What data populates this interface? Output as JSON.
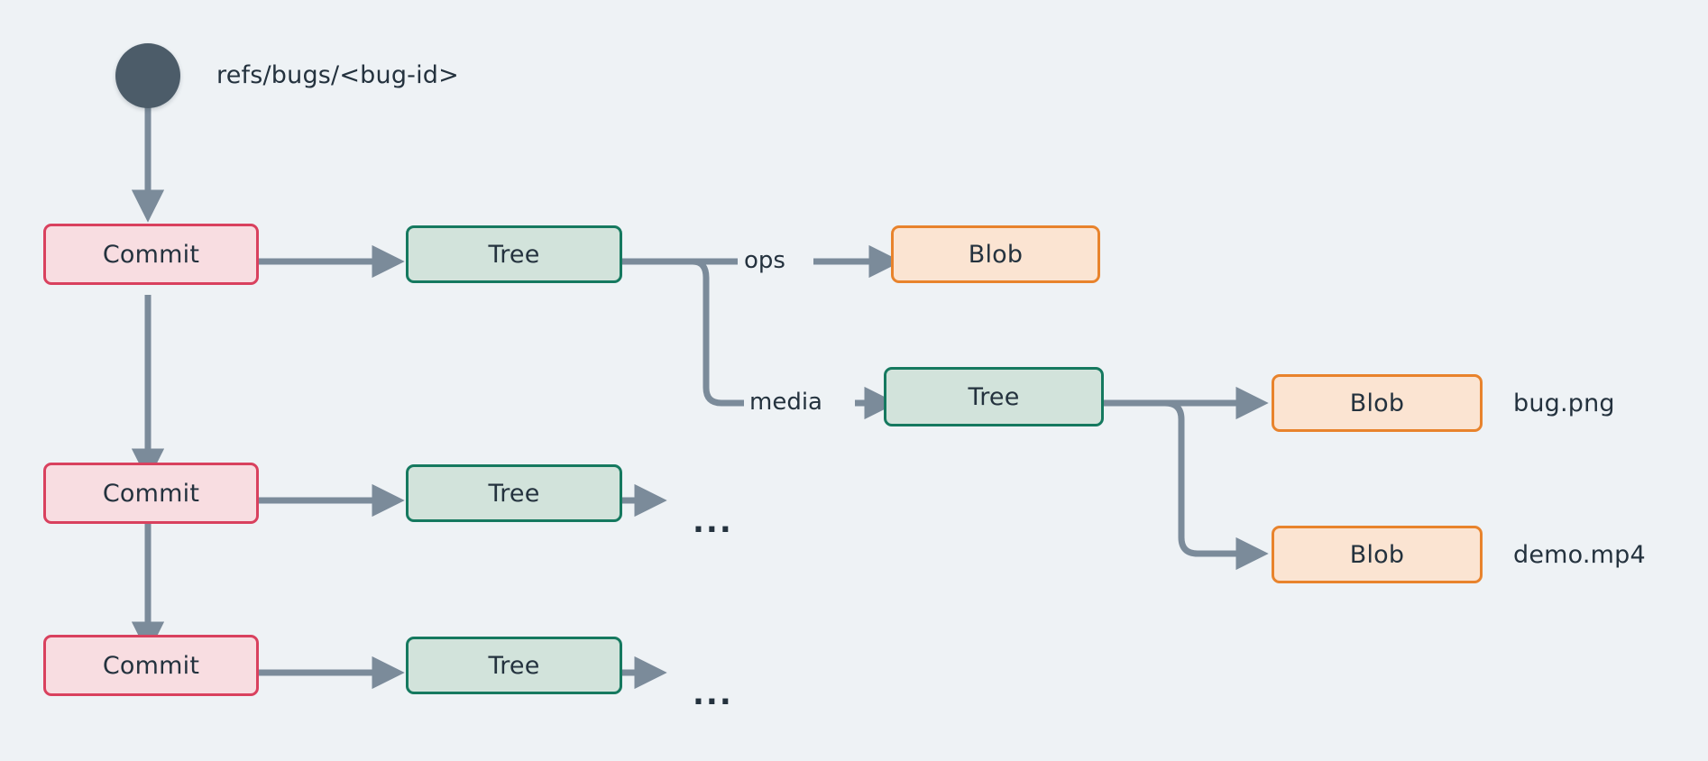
{
  "diagram": {
    "title_ref": "refs/bugs/<bug-id>",
    "background": "#eef2f5",
    "edge_color": "#7b8b9a",
    "colors": {
      "commit_fill": "#f8dde1",
      "commit_border": "#d9415e",
      "tree_fill": "#d2e3db",
      "tree_border": "#15795f",
      "blob_fill": "#fbe4d2",
      "blob_border": "#e8832c",
      "ref_dot": "#4c5c69",
      "text": "#24323e"
    },
    "ref_dot_name": "ref-pointer-dot",
    "nodes": {
      "commit_1": "Commit",
      "commit_2": "Commit",
      "commit_3": "Commit",
      "tree_1": "Tree",
      "tree_2": "Tree",
      "tree_3": "Tree",
      "tree_media": "Tree",
      "blob_ops": "Blob",
      "blob_bug": "Blob",
      "blob_demo": "Blob"
    },
    "edge_labels": {
      "ops": "ops",
      "media": "media"
    },
    "file_labels": {
      "bug_png": "bug.png",
      "demo_mp4": "demo.mp4"
    },
    "ellipsis": {
      "row2": "...",
      "row3": "..."
    }
  }
}
